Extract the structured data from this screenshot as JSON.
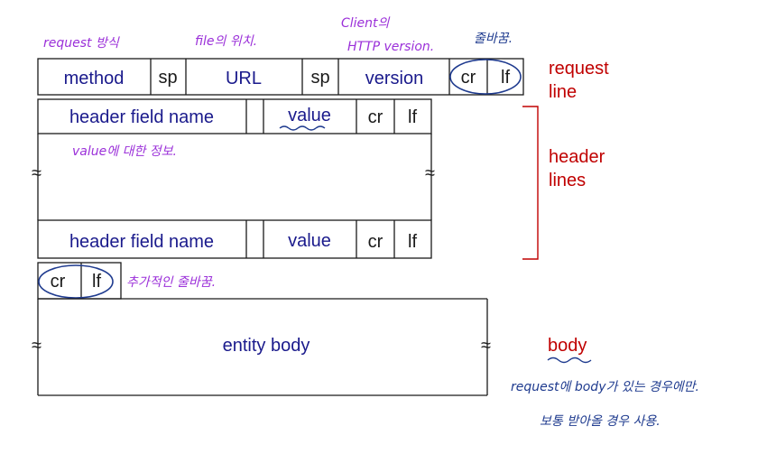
{
  "request_line": {
    "method": "method",
    "sp": "sp",
    "url": "URL",
    "version": "version",
    "cr": "cr",
    "lf": "lf"
  },
  "header_line_1": {
    "name": "header field name",
    "value": "value",
    "cr": "cr",
    "lf": "lf"
  },
  "header_line_2": {
    "name": "header field name",
    "value": "value",
    "cr": "cr",
    "lf": "lf"
  },
  "blank_line": {
    "cr": "cr",
    "lf": "lf"
  },
  "entity_body": "entity body",
  "labels": {
    "request_line_1": "request",
    "request_line_2": "line",
    "header_lines_1": "header",
    "header_lines_2": "lines",
    "body": "body"
  },
  "break_symbol": "≈",
  "annotations": {
    "request_type": "request 방식",
    "file_location": "file의 위치.",
    "client_1": "Client의",
    "client_2": "HTTP version.",
    "newline": "줄바꿈.",
    "value_info": "value에 대한 정보.",
    "end_newline": "추가적인 줄바꿈.",
    "body_note_1": "request에 body가 있는 경우에만.",
    "body_note_2": "보통 받아올 경우 사용."
  },
  "colors": {
    "structure_text": "#1a1a8c",
    "section_label": "#c00000",
    "annotation": "#9b30d9",
    "highlight_ellipse": "#1f3b8f"
  }
}
